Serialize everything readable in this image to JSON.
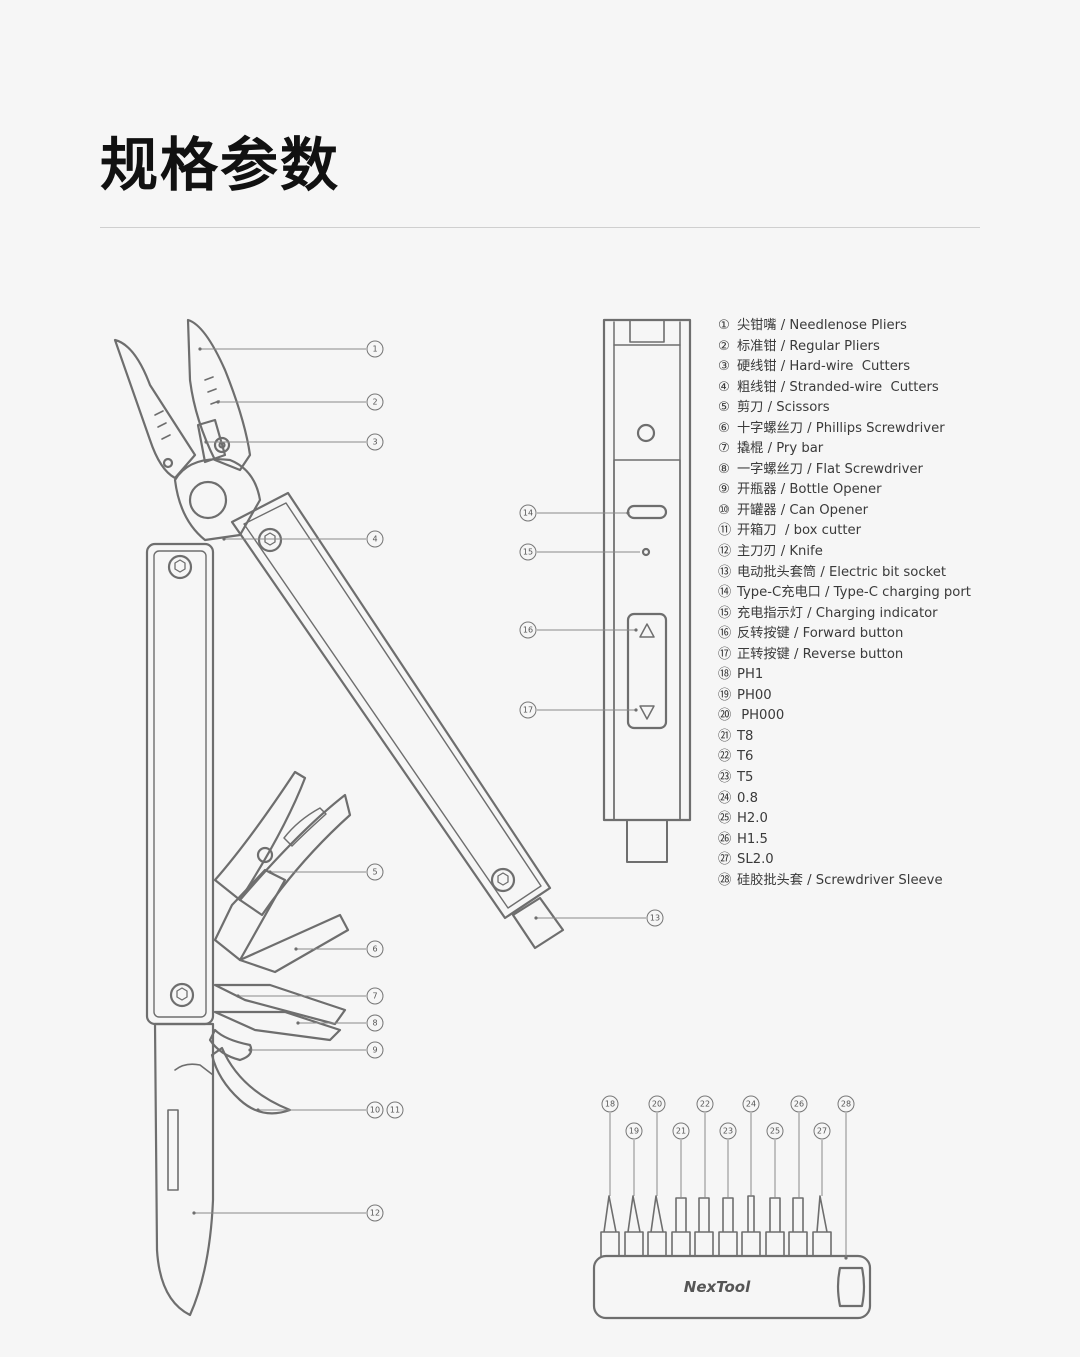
{
  "page": {
    "title": "规格参数"
  },
  "specs": [
    {
      "num": "①",
      "label": "尖钳嘴 / Needlenose Pliers"
    },
    {
      "num": "②",
      "label": "标准钳 / Regular Pliers"
    },
    {
      "num": "③",
      "label": "硬线钳 / Hard-wire  Cutters"
    },
    {
      "num": "④",
      "label": "粗线钳 / Stranded-wire  Cutters"
    },
    {
      "num": "⑤",
      "label": "剪刀 / Scissors"
    },
    {
      "num": "⑥",
      "label": "十字螺丝刀 / Phillips Screwdriver"
    },
    {
      "num": "⑦",
      "label": "撬棍 / Pry bar"
    },
    {
      "num": "⑧",
      "label": "一字螺丝刀 / Flat Screwdriver"
    },
    {
      "num": "⑨",
      "label": "开瓶器 / Bottle Opener"
    },
    {
      "num": "⑩",
      "label": "开罐器 / Can Opener"
    },
    {
      "num": "⑪",
      "label": "开箱刀  / box cutter"
    },
    {
      "num": "⑫",
      "label": "主刀刃 / Knife"
    },
    {
      "num": "⑬",
      "label": "电动批头套筒 / Electric bit socket"
    },
    {
      "num": "⑭",
      "label": "Type-C充电口 / Type-C charging port"
    },
    {
      "num": "⑮",
      "label": "充电指示灯 / Charging indicator"
    },
    {
      "num": "⑯",
      "label": "反转按键 / Forward button"
    },
    {
      "num": "⑰",
      "label": "正转按键 / Reverse button"
    },
    {
      "num": "⑱",
      "label": "PH1"
    },
    {
      "num": "⑲",
      "label": "PH00"
    },
    {
      "num": "⑳",
      "label": " PH000"
    },
    {
      "num": "㉑",
      "label": "T8"
    },
    {
      "num": "㉒",
      "label": "T6"
    },
    {
      "num": "㉓",
      "label": "T5"
    },
    {
      "num": "㉔",
      "label": "0.8"
    },
    {
      "num": "㉕",
      "label": "H2.0"
    },
    {
      "num": "㉖",
      "label": "H1.5"
    },
    {
      "num": "㉗",
      "label": "SL2.0"
    },
    {
      "num": "㉘",
      "label": "硅胶批头套 / Screwdriver Sleeve"
    }
  ],
  "callouts": {
    "c1": "1",
    "c2": "2",
    "c3": "3",
    "c4": "4",
    "c5": "5",
    "c6": "6",
    "c7": "7",
    "c8": "8",
    "c9": "9",
    "c10": "10",
    "c11": "11",
    "c12": "12",
    "c13": "13",
    "c14": "14",
    "c15": "15",
    "c16": "16",
    "c17": "17",
    "c18": "18",
    "c19": "19",
    "c20": "20",
    "c21": "21",
    "c22": "22",
    "c23": "23",
    "c24": "24",
    "c25": "25",
    "c26": "26",
    "c27": "27",
    "c28": "28"
  },
  "brand": {
    "logo": "NexTool"
  },
  "colors": {
    "line": "#6e6e6e",
    "background": "#f6f6f6",
    "title": "#111111"
  }
}
